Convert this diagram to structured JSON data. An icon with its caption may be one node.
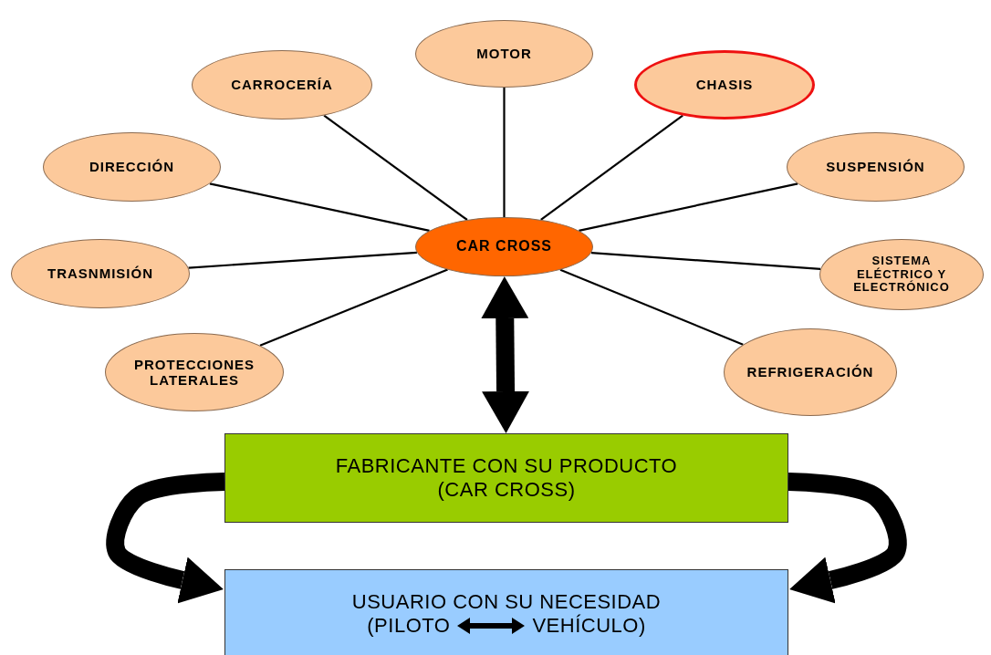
{
  "diagram": {
    "nodes": [
      {
        "text": [
          "MOTOR"
        ]
      },
      {
        "text": [
          "CARROCERÍA"
        ]
      },
      {
        "text": [
          "CHASIS"
        ]
      },
      {
        "text": [
          "DIRECCIÓN"
        ]
      },
      {
        "text": [
          "SUSPENSIÓN"
        ]
      },
      {
        "text": [
          "TRASNMISIÓN"
        ]
      },
      {
        "text": [
          "SISTEMA ELÉCTRICO Y ELECTRÓNICO"
        ]
      },
      {
        "text": [
          "PROTECCIONES LATERALES"
        ]
      },
      {
        "text": [
          "REFRIGERACIÓN"
        ]
      },
      {
        "text": [
          "CAR CROSS"
        ]
      },
      {
        "text": [
          "FABRICANTE CON SU PRODUCTO",
          "(CAR CROSS)"
        ]
      },
      {
        "text": [
          "USUARIO CON SU NECESIDAD",
          "(PILOTO",
          "VEHÍCULO)"
        ]
      }
    ],
    "edges": [
      {
        "from": 9,
        "to": 0,
        "arrow": "none"
      },
      {
        "from": 9,
        "to": 1,
        "arrow": "none"
      },
      {
        "from": 9,
        "to": 2,
        "arrow": "none"
      },
      {
        "from": 9,
        "to": 3,
        "arrow": "none"
      },
      {
        "from": 9,
        "to": 4,
        "arrow": "none"
      },
      {
        "from": 9,
        "to": 5,
        "arrow": "none"
      },
      {
        "from": 9,
        "to": 6,
        "arrow": "none"
      },
      {
        "from": 9,
        "to": 7,
        "arrow": "none"
      },
      {
        "from": 9,
        "to": 8,
        "arrow": "none"
      },
      {
        "from": 9,
        "to": 10,
        "arrow": "both",
        "style": "thick"
      },
      {
        "from": 10,
        "to": 11,
        "arrow": "to",
        "style": "thick"
      },
      {
        "from": 10,
        "to": 11,
        "arrow": "to",
        "style": "thick"
      }
    ]
  }
}
